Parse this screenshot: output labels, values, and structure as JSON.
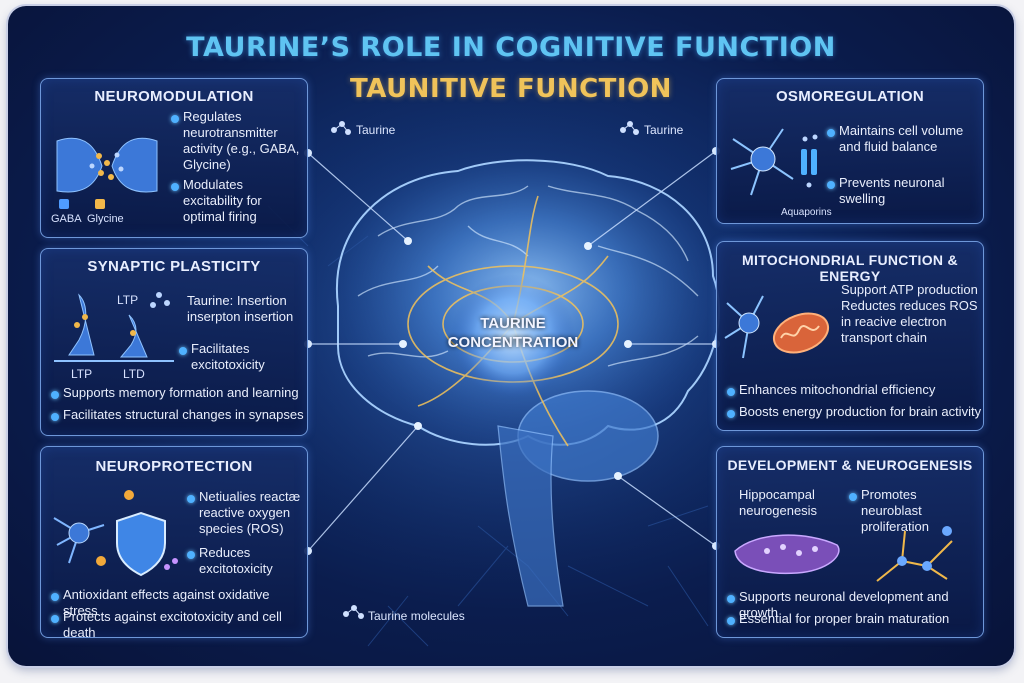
{
  "title": "TAURINE’S ROLE IN COGNITIVE FUNCTION",
  "subtitle": "TAUNITIVE FUNCTION",
  "center_label": "TAURINE\nCONCENTRATION",
  "floating_labels": {
    "taurine_left": "Taurine",
    "taurine_right": "Taurine",
    "taurine_molecules": "Taurine molecules"
  },
  "panels": {
    "neuromodulation": {
      "heading": "NEUROMODULATION",
      "point1": "Regulates neurotransmitter activity (e.g., GABA, Glycine)",
      "point2": "Modulates excitability for optimal firing",
      "label_gaba": "GABA",
      "label_glycine": "Glycine"
    },
    "synaptic_plasticity": {
      "heading": "SYNAPTIC PLASTICITY",
      "point1": "Taurine: Insertion inserpton insertion",
      "point2": "Facilitates excitotoxicity",
      "point3": "Supports memory formation and learning",
      "point4": "Facilitates structural changes in synapses",
      "label_ltp_top": "LTP",
      "label_ltp_bottom": "LTP",
      "label_ltd": "LTD"
    },
    "neuroprotection": {
      "heading": "NEUROPROTECTION",
      "point1": "Netiualies reactæ reactive oxygen species (ROS)",
      "point2": "Reduces excitotoxicity",
      "point3": "Antioxidant effects against oxidative stress",
      "point4": "Protects against excitotoxicity and cell death"
    },
    "osmoregulation": {
      "heading": "OSMOREGULATION",
      "point1": "Maintains cell volume and fluid balance",
      "point2": "Prevents neuronal swelling",
      "label_aquaporins": "Aquaporins"
    },
    "mitochondrial": {
      "heading": "MITOCHONDRIAL FUNCTION & ENERGY",
      "point1": "Support ATP production Reductes reduces ROS in reacive electron transport chain",
      "point2": "Enhances mitochondrial efficiency",
      "point3": "Boosts energy production for brain activity"
    },
    "development": {
      "heading": "DEVELOPMENT & NEUROGENESIS",
      "label_hippocampal": "Hippocampal neurogenesis",
      "point1": "Promotes neuroblast proliferation",
      "point2": "Supports neuronal development and growth",
      "point3": "Essential for proper brain maturation"
    }
  },
  "colors": {
    "title": "#5fc4f2",
    "subtitle": "#f0c35a",
    "panel_border": "#6e97d9",
    "bullet": "#4fb1ff",
    "background": "#0b1d4e"
  }
}
